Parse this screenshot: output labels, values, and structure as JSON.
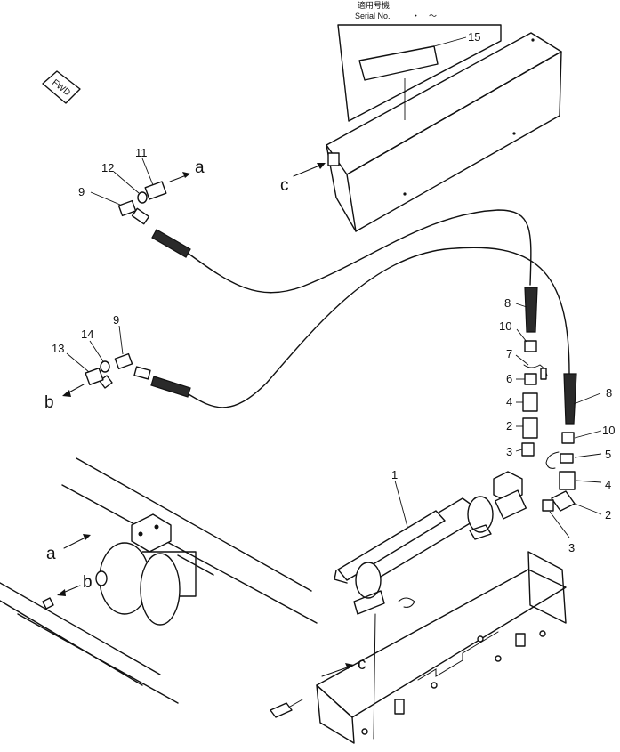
{
  "header": {
    "title_jp": "適用号機",
    "serial_label": "Serial No.",
    "serial_sep1": "・",
    "serial_sep2": "〜"
  },
  "fwd_label": "FWD",
  "callouts": {
    "p15": "15",
    "p11": "11",
    "p12": "12",
    "p9_top": "9",
    "p9_mid": "9",
    "p13": "13",
    "p14": "14",
    "p8_upper": "8",
    "p10_upper": "10",
    "p7": "7",
    "p6": "6",
    "p4_left": "4",
    "p2_left": "2",
    "p3_left": "3",
    "p1": "1",
    "p8_right": "8",
    "p10_right": "10",
    "p5": "5",
    "p4_right": "4",
    "p2_right": "2",
    "p3_right": "3"
  },
  "refs": {
    "a_top": "a",
    "b_mid": "b",
    "a_low": "a",
    "b_low": "b",
    "c_top": "c",
    "c_low": "c"
  }
}
